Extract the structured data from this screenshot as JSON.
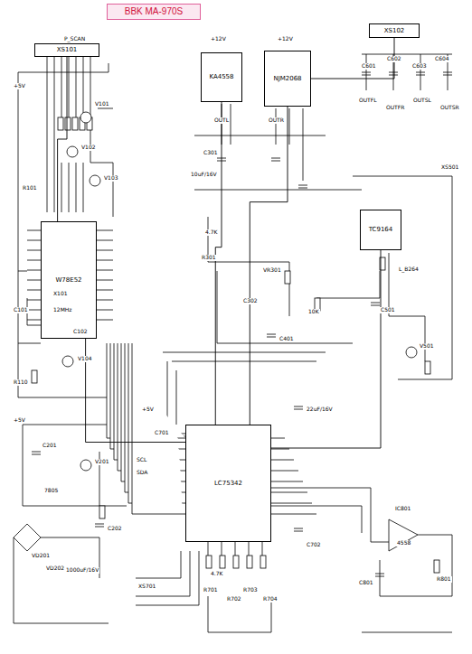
{
  "diagram": {
    "nodes": [
      {
        "text": [
          "BBK MA-970S"
        ]
      },
      {
        "text": [
          "XS101"
        ]
      },
      {
        "text": [
          "KA4558"
        ]
      },
      {
        "text": [
          "NJM2068"
        ]
      },
      {
        "text": [
          "XS102"
        ]
      },
      {
        "text": [
          "W78E52"
        ]
      },
      {
        "text": [
          "TC9164"
        ]
      },
      {
        "text": [
          "LC75342"
        ]
      }
    ],
    "edges": [
      {
        "from": 1,
        "to": 5,
        "arrow": "none"
      },
      {
        "from": 5,
        "to": 7,
        "arrow": "none"
      },
      {
        "from": 7,
        "to": 2,
        "arrow": "none"
      },
      {
        "from": 7,
        "to": 3,
        "arrow": "none"
      },
      {
        "from": 3,
        "to": 4,
        "arrow": "none"
      },
      {
        "from": 7,
        "to": 6,
        "arrow": "none"
      }
    ],
    "labels": [
      "P_SCAN",
      "+5V",
      "R101",
      "V101",
      "V102",
      "V103",
      "X101",
      "12MHz",
      "C101",
      "C102",
      "V104",
      "R110",
      "+5V",
      "C201",
      "V201",
      "7805",
      "VD201",
      "VD202",
      "1000uF/16V",
      "C202",
      "+12V",
      "+12V",
      "OUTL",
      "OUTR",
      "C301",
      "10uF/16V",
      "R301",
      "C302",
      "VR301",
      "C401",
      "4.7K",
      "10K",
      "C501",
      "V501",
      "L_B264",
      "OUTFL",
      "OUTFR",
      "OUTSL",
      "OUTSR",
      "C601",
      "C602",
      "C603",
      "C604",
      "XS501",
      "22uF/16V",
      "C701",
      "R701",
      "R702",
      "R703",
      "R704",
      "4.7K",
      "XS701",
      "IC801",
      "4558",
      "C801",
      "R801",
      "+5V",
      "C702",
      "SCL",
      "SDA"
    ]
  }
}
